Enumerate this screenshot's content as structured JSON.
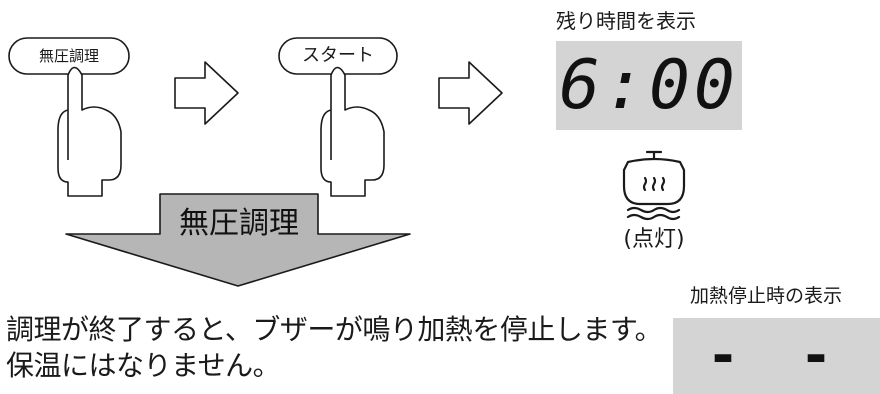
{
  "steps": {
    "button1_label": "無圧調理",
    "button2_label": "スタート"
  },
  "display": {
    "remaining_caption": "残り時間を表示",
    "time_value": "6:00",
    "icon_caption": "(点灯)",
    "stop_caption": "加熱停止時の表示",
    "stop_value": "- -"
  },
  "mode_banner": "無圧調理",
  "description": {
    "line1": "調理が終了すると、ブザーが鳴り加熱を停止します。",
    "line2": "保温にはなりません。"
  },
  "colors": {
    "banner_fill": "#b6b6b6",
    "lcd_fill": "#d4d4d4",
    "stroke": "#1a1a1a"
  }
}
